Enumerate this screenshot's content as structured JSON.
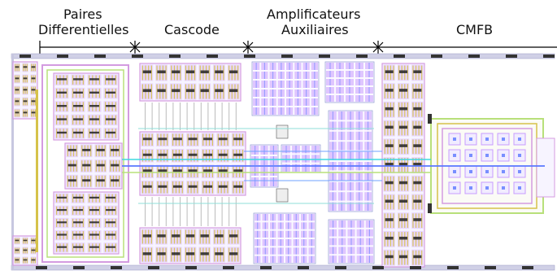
{
  "labels": {
    "diff_pairs": [
      "Paires",
      "Differentielles"
    ],
    "cascode": "Cascode",
    "aux_amps": [
      "Amplificateurs",
      "Auxiliaires"
    ],
    "cmfb": "CMFB"
  },
  "colors": {
    "metal1": "#5a78ff",
    "metal2": "#c89cff",
    "poly": "#d6c24a",
    "nwell": "#b8e07a",
    "contact": "#222222",
    "via": "#3fd8e0",
    "diffusion": "#e8e0a0",
    "guard_ring": "#d49be0",
    "background": "#ffffff"
  },
  "icons": [
    "section-marker-icon"
  ]
}
